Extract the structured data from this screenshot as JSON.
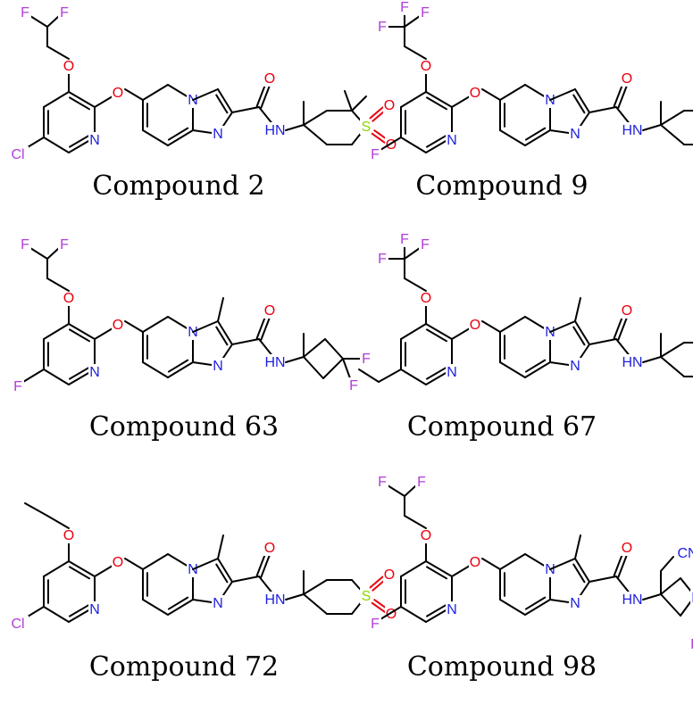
{
  "compounds": [
    {
      "label": "Compound 2",
      "variant": {
        "ether": "difluoroethoxy",
        "pyridine_sub": "Cl",
        "core_methyl": false,
        "amine": "dimethyl-thianedioxide"
      }
    },
    {
      "label": "Compound 9",
      "variant": {
        "ether": "trifluoroethoxy",
        "pyridine_sub": "F",
        "core_methyl": false,
        "amine": "thianedioxide"
      }
    },
    {
      "label": "Compound 63",
      "variant": {
        "ether": "difluoroethoxy",
        "pyridine_sub": "F",
        "core_methyl": true,
        "amine": "difluorocyclobutyl"
      }
    },
    {
      "label": "Compound 67",
      "variant": {
        "ether": "trifluoroethoxy",
        "pyridine_sub": "ethyl",
        "core_methyl": true,
        "amine": "thianedioxide"
      }
    },
    {
      "label": "Compound 72",
      "variant": {
        "ether": "ethoxy",
        "pyridine_sub": "Cl",
        "core_methyl": true,
        "amine": "thianedioxide"
      }
    },
    {
      "label": "Compound 98",
      "variant": {
        "ether": "difluoroethoxy",
        "pyridine_sub": "F",
        "core_methyl": true,
        "amine": "cyanomethyl-azetidine-trifluoroacetyl"
      }
    }
  ],
  "atom_labels": {
    "O": "O",
    "N": "N",
    "NH": "HN",
    "S": "S",
    "F": "F",
    "Cl": "Cl",
    "CN": "CN"
  },
  "colors": {
    "bond": "#000000",
    "oxygen": "#e8000e",
    "nitrogen": "#1f1fe0",
    "fluorine": "#b13ddb",
    "chlorine": "#b13ddb",
    "sulfur": "#8fd400"
  }
}
